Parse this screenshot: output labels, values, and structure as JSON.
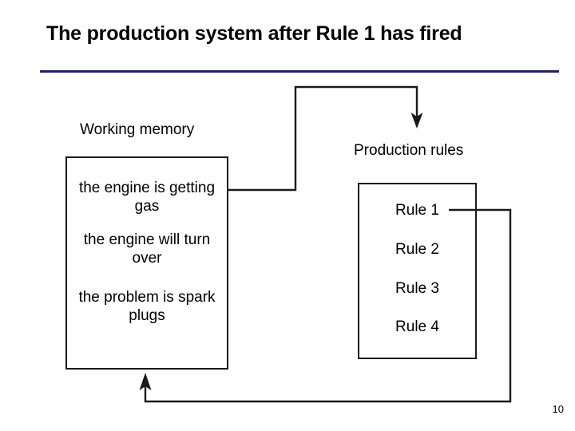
{
  "slide": {
    "title": "The production system after Rule 1 has fired",
    "page_number": "10",
    "rule_color": "#1f1f6e",
    "line_color": "#1a1a1a"
  },
  "working_memory": {
    "label": "Working memory",
    "facts": [
      "the engine is\ngetting gas",
      "the engine will\nturn over",
      "the problem is\nspark plugs"
    ]
  },
  "production_rules": {
    "label": "Production rules",
    "rules": [
      "Rule 1",
      "Rule 2",
      "Rule 3",
      "Rule 4"
    ]
  },
  "connectors": [
    {
      "name": "working-memory-to-production-rules",
      "from": "working-memory-box",
      "to": "production-rules-label",
      "arrow": "down"
    },
    {
      "name": "rule-1-to-working-memory",
      "from": "rule-1",
      "to": "working-memory-box",
      "arrow": "up"
    }
  ]
}
